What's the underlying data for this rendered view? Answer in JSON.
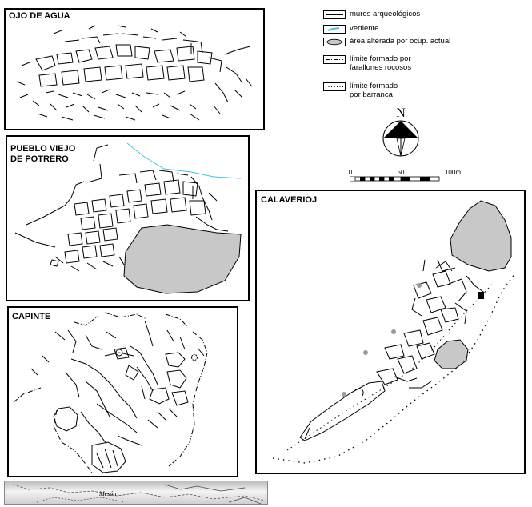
{
  "panels": {
    "ojo_de_agua": {
      "title": "OJO DE AGUA"
    },
    "pueblo_viejo": {
      "title": "PUEBLO VIEJO\n DE POTRERO"
    },
    "capinte": {
      "title": "CAPINTE"
    },
    "calaverioj": {
      "title": "CALAVERIOJ"
    }
  },
  "legend": {
    "items": [
      {
        "symbol": "muros-icon",
        "label": "muros arqueológicos"
      },
      {
        "symbol": "vertiente-icon",
        "label": "vertiente"
      },
      {
        "symbol": "area-alterada-icon",
        "label": "área alterada por ocup. actual"
      },
      {
        "symbol": "farallones-icon",
        "label": "límite formado por\nfarallones rocosos"
      },
      {
        "symbol": "barranca-icon",
        "label": "límite formado\npor barranca"
      }
    ]
  },
  "north": {
    "label": "N"
  },
  "scale": {
    "ticks": [
      "0",
      "50",
      "100m"
    ]
  },
  "strip": {
    "label": "Mesón"
  },
  "colors": {
    "spring": "#3cc8d8",
    "altered_area": "#c8c8c8",
    "walls": "#000000"
  }
}
